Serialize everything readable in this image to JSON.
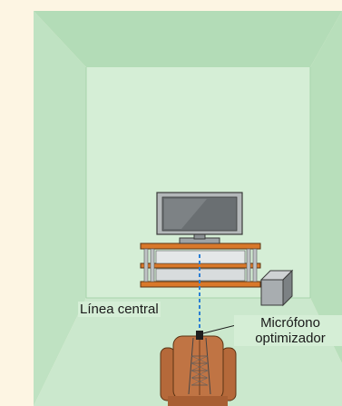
{
  "labels": {
    "center_line": "Línea central",
    "mic_line1": "Micrófono",
    "mic_line2": "optimizador"
  },
  "colors": {
    "page_background": "#fdf5e3",
    "back_wall": "#d5eed6",
    "side_wall": "#bfe2c2",
    "ceiling": "#b3dcb7",
    "floor": "#cbe8cd",
    "shelf_wood": "#d9782a",
    "chair": "#b5693a",
    "center_line": "#2a7fd4"
  }
}
